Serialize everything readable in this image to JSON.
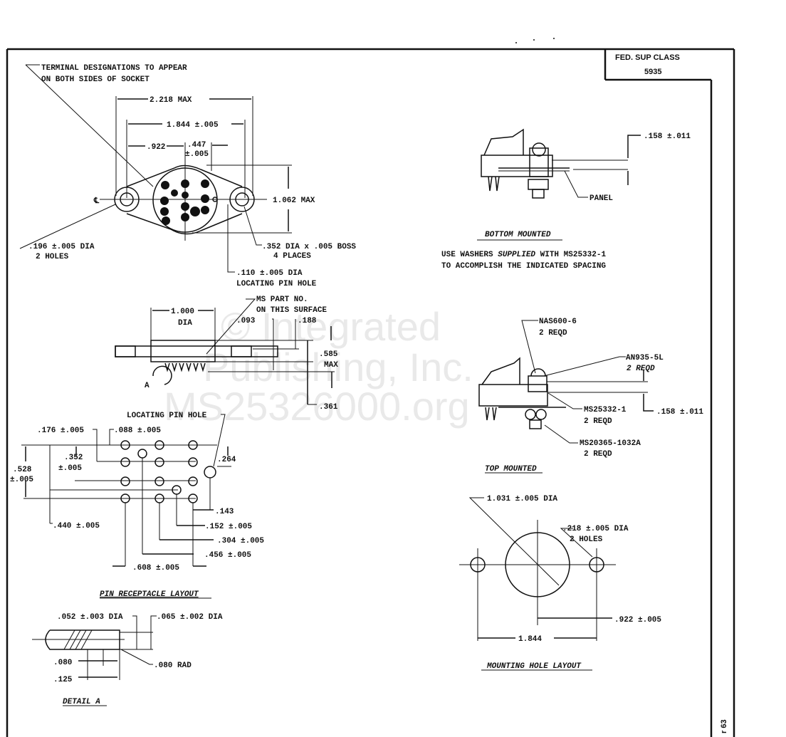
{
  "title_block": {
    "label": "FED. SUP CLASS",
    "value": "5935"
  },
  "watermark": {
    "line1": "© Integrated",
    "line2": "Publishing, Inc.",
    "line3": "MS25326000.org"
  },
  "margin_text": "r 63",
  "top_view": {
    "note_line1": "TERMINAL DESIGNATIONS TO APPEAR",
    "note_line2": "ON BOTH SIDES OF SOCKET",
    "dim_overall": "2.218 MAX",
    "dim_hole_spacing": "1.844 ±.005",
    "dim_half_spacing": ".922",
    "dim_offset_1": ".447",
    "dim_offset_2": "±.005",
    "dim_height": "1.062 MAX",
    "centerline": "℄",
    "hole_note_1": ".196 ±.005 DIA",
    "hole_note_2": "2 HOLES",
    "boss_note_1": ".352 DIA x .005 BOSS",
    "boss_note_2": "4 PLACES",
    "pin_hole_note_1": ".110 ±.005 DIA",
    "pin_hole_note_2": "LOCATING PIN HOLE"
  },
  "side_view": {
    "part_no_1": "MS PART NO.",
    "part_no_2": "ON THIS SURFACE",
    "dim_dia_1": "1.000",
    "dim_dia_2": "DIA",
    "dim_093": ".093",
    "dim_188": ".188",
    "dim_585_1": ".585",
    "dim_585_2": "MAX",
    "dim_361": ".361",
    "detail_marker": "A"
  },
  "pin_layout": {
    "locating_pin": "LOCATING PIN HOLE",
    "dim_176": ".176 ±.005",
    "dim_088": ".088 ±.005",
    "dim_352_1": ".352",
    "dim_352_2": "±.005",
    "dim_528_1": ".528",
    "dim_528_2": "±.005",
    "dim_264": ".264",
    "dim_440": ".440 ±.005",
    "dim_143": ".143",
    "dim_152": ".152 ±.005",
    "dim_304": ".304 ±.005",
    "dim_456": ".456 ±.005",
    "dim_608": ".608 ±.005",
    "caption": "PIN RECEPTACLE LAYOUT"
  },
  "detail_a": {
    "dim_052": ".052 ±.003 DIA",
    "dim_065": ".065 ±.002 DIA",
    "dim_080": ".080",
    "dim_125": ".125",
    "dim_rad": ".080 RAD",
    "caption": "DETAIL A"
  },
  "bottom_mounted": {
    "dim": ".158 ±.011",
    "panel": "PANEL",
    "caption": "BOTTOM MOUNTED",
    "note_1_a": "USE WASHERS ",
    "note_1_b": "SUPPLIED",
    "note_1_c": " WITH MS25332-1",
    "note_2": "TO ACCOMPLISH THE INDICATED SPACING"
  },
  "top_mounted": {
    "nas_1": "NAS600-6",
    "nas_2": "2 REQD",
    "an_1": "AN935-5L",
    "an_2": "2 REQD",
    "ms1_1": "MS25332-1",
    "ms1_2": "2 REQD",
    "ms2_1": "MS20365-1032A",
    "ms2_2": "2 REQD",
    "dim": ".158 ±.011",
    "caption": "TOP MOUNTED"
  },
  "mounting_hole_layout": {
    "dim_dia": "1.031 ±.005 DIA",
    "hole_1": ".218 ±.005 DIA",
    "hole_2": "2 HOLES",
    "dim_922": ".922 ±.005",
    "dim_1844": "1.844",
    "caption": "MOUNTING HOLE LAYOUT"
  }
}
